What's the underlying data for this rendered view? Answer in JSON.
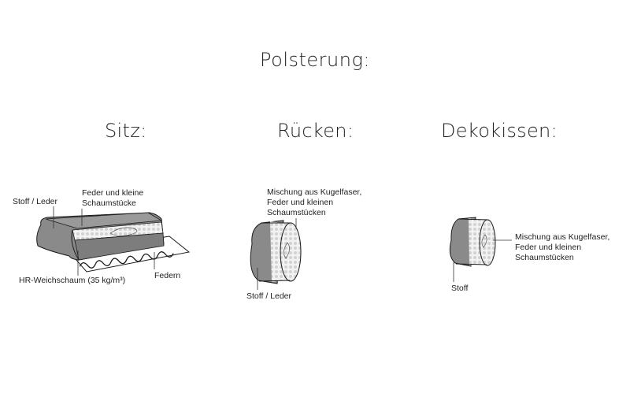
{
  "title": "Polsterung:",
  "sections": [
    {
      "heading": "Sitz:",
      "labels": {
        "cover": "Stoff / Leder",
        "filling_line1": "Feder und kleine",
        "filling_line2": "Schaumstücke",
        "foam": "HR-Weichschaum (35 kg/m³)",
        "springs": "Federn"
      }
    },
    {
      "heading": "Rücken:",
      "labels": {
        "filling_line1": "Mischung aus Kugelfaser,",
        "filling_line2": "Feder und kleinen",
        "filling_line3": "Schaumstücken",
        "cover": "Stoff / Leder"
      }
    },
    {
      "heading": "Dekokissen:",
      "labels": {
        "filling_line1": "Mischung aus Kugelfaser,",
        "filling_line2": "Feder und kleinen",
        "filling_line3": "Schaumstücken",
        "cover": "Stoff"
      }
    }
  ],
  "colors": {
    "fabric": "#8a8a8a",
    "fabric_dark": "#6f6f6f",
    "filling": "#e6e6e6",
    "outline": "#1a1a1a"
  }
}
